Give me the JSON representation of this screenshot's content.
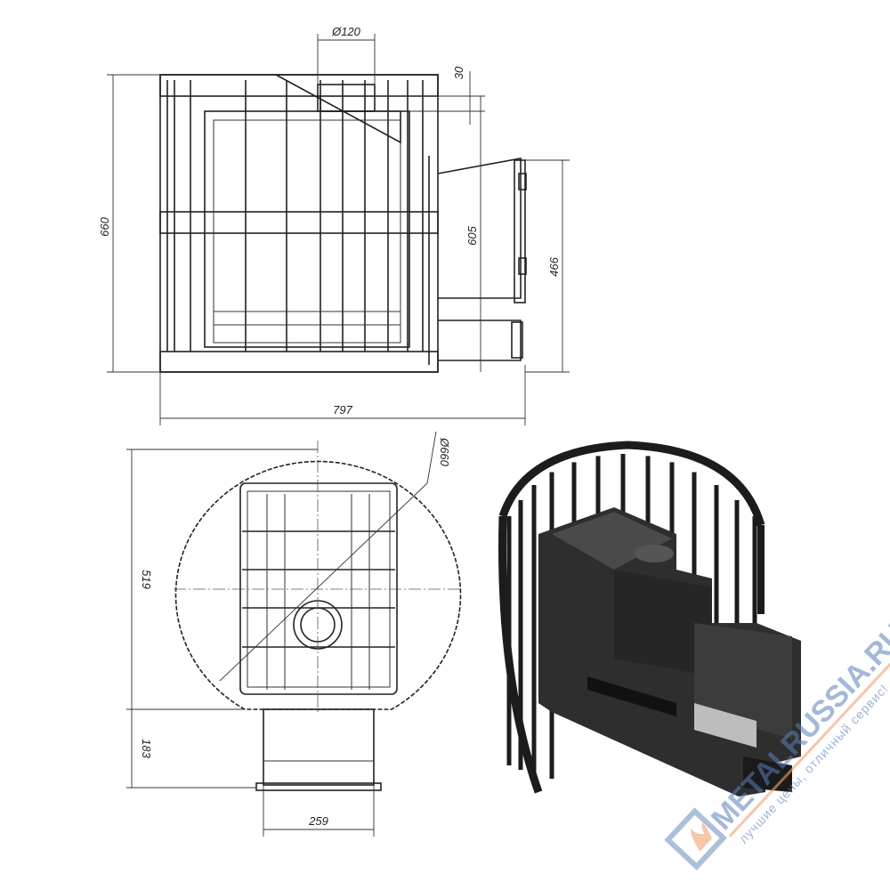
{
  "front_view": {
    "dims": {
      "chimney_diameter": "Ø120",
      "top_offset": "30",
      "height": "660",
      "flue_height": "605",
      "tunnel_height": "466",
      "length": "797"
    }
  },
  "top_view": {
    "dims": {
      "cage_diameter": "Ø660",
      "body_depth": "519",
      "tunnel_length": "183",
      "tunnel_width": "259"
    }
  },
  "watermark": {
    "brand": "METALRUSSIA.RU",
    "slogan": "лучшие цены, отличный сервис!",
    "brand_color": "#5b7fb8",
    "accent_color": "#f0a070"
  }
}
